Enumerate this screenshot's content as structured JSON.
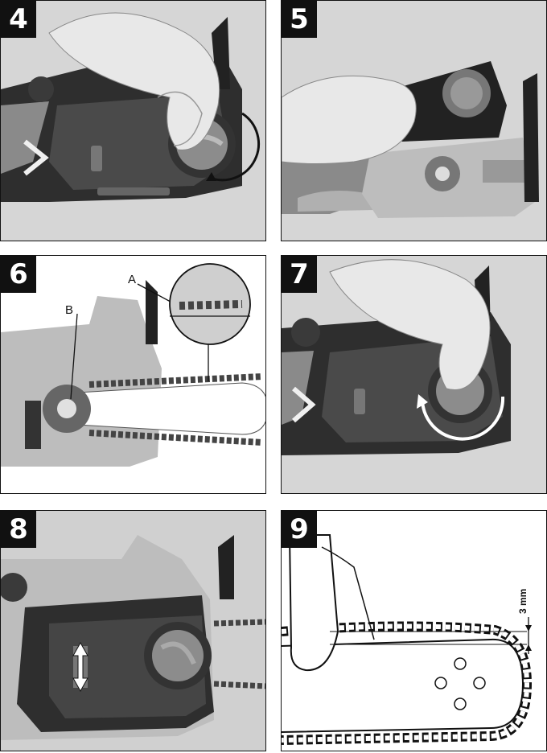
{
  "panels": [
    {
      "number": "4"
    },
    {
      "number": "5"
    },
    {
      "number": "6",
      "callouts": {
        "a": "A",
        "b": "B"
      }
    },
    {
      "number": "7"
    },
    {
      "number": "8"
    },
    {
      "number": "9",
      "measurement": "3 mm"
    }
  ],
  "colors": {
    "housing": "#2e2e2e",
    "cover": "#5a5a5a",
    "hand": "#e6e6e6",
    "outline": "#111111"
  }
}
